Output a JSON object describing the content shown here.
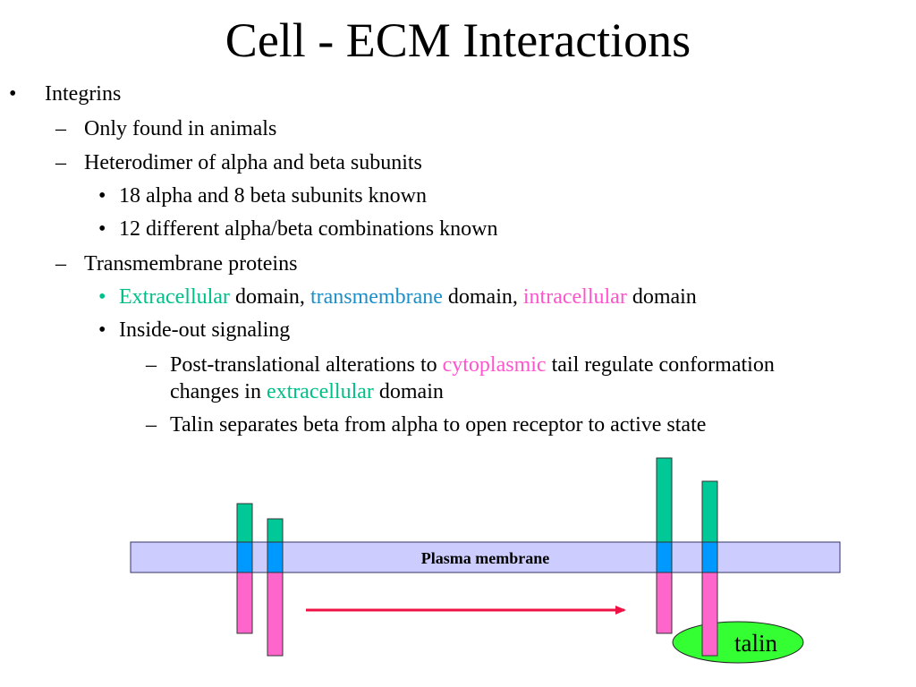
{
  "slide": {
    "title": "Cell - ECM Interactions",
    "bullets": {
      "integrins": "Integrins",
      "only_animals": "Only found in animals",
      "heterodimer": "Heterodimer of alpha and beta subunits",
      "subunits_known": "18 alpha and 8 beta subunits known",
      "combinations": "12 different alpha/beta combinations known",
      "transmembrane_proteins": "Transmembrane proteins",
      "domains": {
        "extracellular": "Extracellular",
        "domain_comma_1": " domain, ",
        "transmembrane": "transmembrane",
        "domain_comma_2": " domain, ",
        "intracellular": "intracellular",
        "domain_end": " domain"
      },
      "inside_out": "Inside-out signaling",
      "post_translational": {
        "part1": "Post-translational alterations to ",
        "cytoplasmic": "cytoplasmic",
        "part2": " tail regulate conformation",
        "part3": "changes in ",
        "extracellular": "extracellular",
        "part4": " domain"
      },
      "talin_separates": "Talin separates beta from alpha to open receptor to active state"
    },
    "markers": {
      "bullet": "•",
      "dash": "–"
    }
  },
  "diagram": {
    "membrane_label": "Plasma membrane",
    "talin_label": "talin",
    "colors": {
      "membrane": "#ccccff",
      "extracellular": "#00c896",
      "transmembrane": "#0099ff",
      "intracellular": "#ff66cc",
      "talin": "#33ff33",
      "arrow": "#ee1144"
    }
  }
}
